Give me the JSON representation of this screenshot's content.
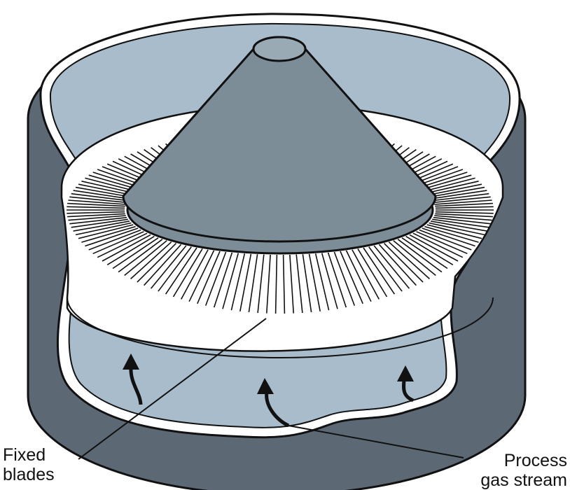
{
  "colors": {
    "housing_dark": "#5d6875",
    "housing_inner": "#a9bccc",
    "cone": "#7d8d97",
    "cone_top": "#9aaab4",
    "blade_ring": "#ffffff",
    "outline": "#111111"
  },
  "labels": {
    "fixed_blades": {
      "line1": "Fixed",
      "line2": "blades"
    },
    "process_gas_stream": {
      "line1": "Process",
      "line2": "gas stream"
    }
  },
  "icons": {
    "flow_arrow": "curved-arrow-up"
  }
}
